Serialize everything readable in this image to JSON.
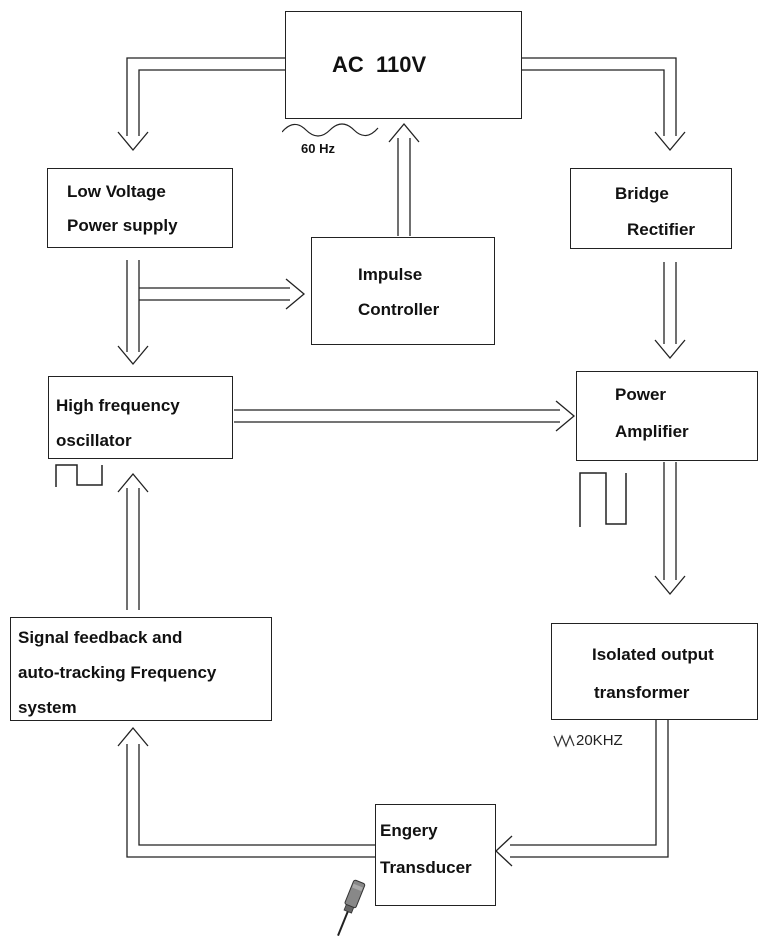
{
  "diagram": {
    "blocks": {
      "ac_source": {
        "label": "AC  110V"
      },
      "low_voltage": {
        "line1": "Low Voltage",
        "line2": "Power supply"
      },
      "bridge": {
        "line1": "Bridge",
        "line2": "Rectifier"
      },
      "impulse": {
        "line1": "Impulse",
        "line2": "Controller"
      },
      "oscillator": {
        "line1": "High frequency",
        "line2": "oscillator"
      },
      "amplifier": {
        "line1": "Power",
        "line2": "Amplifier"
      },
      "feedback": {
        "line1": "Signal feedback and",
        "line2": "auto-tracking Frequency",
        "line3": "system"
      },
      "transformer": {
        "line1": "Isolated output",
        "line2": "transformer"
      },
      "transducer": {
        "line1": "Engery",
        "line2": "Transducer"
      }
    },
    "annotations": {
      "input_freq": "60 Hz",
      "output_freq": "20KHZ"
    },
    "icons": {
      "input_wave": "sine-wave-icon",
      "output_wave": "sine-wave-icon",
      "oscillator_wave": "square-wave-icon",
      "amplifier_wave": "square-wave-icon",
      "probe": "transducer-probe-icon"
    },
    "line_color": "#222222"
  }
}
